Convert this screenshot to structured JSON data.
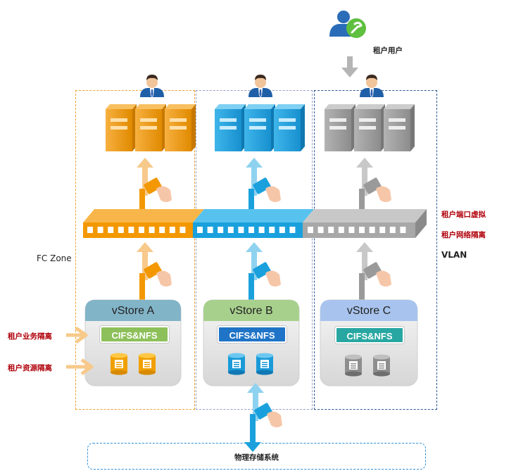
{
  "tenant_user_label": "租户用户",
  "fc_zone_label": "FC Zone",
  "right_labels": {
    "port_virtualization": "租户端口虚拟",
    "network_isolation": "租户网络隔离",
    "vlan": "VLAN"
  },
  "left_labels": {
    "service_isolation": "租户业务隔离",
    "resource_isolation": "租户资源隔离"
  },
  "bottom_label": "物理存储系统",
  "vstores": [
    {
      "name": "vStore A",
      "protocol": "CIFS&NFS",
      "color": "#f39800",
      "header_color": "#82b4c8",
      "badge_bg": "#8dc05a",
      "badge_text": "#ffffff"
    },
    {
      "name": "vStore B",
      "protocol": "CIFS&NFS",
      "color": "#1aa1dd",
      "header_color": "#a8d08d",
      "badge_bg": "#1f74c7",
      "badge_text": "#ffffff"
    },
    {
      "name": "vStore C",
      "protocol": "CIFS&NFS",
      "color": "#9a9a9a",
      "header_color": "#a8c4ee",
      "badge_bg": "#28a7a2",
      "badge_text": "#ffffff"
    }
  ],
  "colors": {
    "orange": "#f39800",
    "blue": "#1aa1dd",
    "gray": "#9a9a9a",
    "zone_a": "#f0a030",
    "zone_b": "#9aa0c8",
    "zone_c": "#2f5597",
    "bottom_border": "#2f8fd8"
  }
}
